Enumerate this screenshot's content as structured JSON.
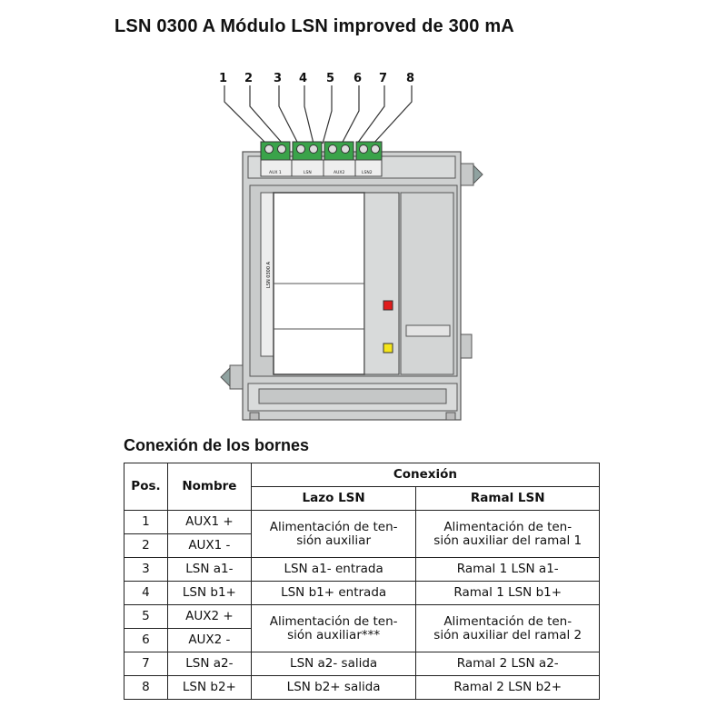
{
  "title": "LSN 0300 A Módulo LSN improved de 300 mA",
  "diagram": {
    "terminal_numbers": [
      "1",
      "2",
      "3",
      "4",
      "5",
      "6",
      "7",
      "8"
    ],
    "block_labels": [
      "AUX 1",
      "LSN",
      "AUX2",
      "LSN2"
    ],
    "plate_label": "LSN 0300 A",
    "led_colors": {
      "red": "#e01b1b",
      "yellow": "#f5e51a"
    }
  },
  "section_title": "Conexión de los bornes",
  "table": {
    "headers": {
      "pos": "Pos.",
      "name": "Nombre",
      "conexion": "Conexión",
      "lazo": "Lazo LSN",
      "ramal": "Ramal LSN"
    },
    "rows": [
      {
        "pos": "1",
        "name": "AUX1 +"
      },
      {
        "pos": "2",
        "name": "AUX1 -"
      },
      {
        "pos": "3",
        "name": "LSN a1-",
        "lazo": "LSN a1- entrada",
        "ramal": "Ramal 1 LSN a1-"
      },
      {
        "pos": "4",
        "name": "LSN b1+",
        "lazo": "LSN b1+ entrada",
        "ramal": "Ramal 1 LSN b1+"
      },
      {
        "pos": "5",
        "name": "AUX2 +"
      },
      {
        "pos": "6",
        "name": "AUX2 -"
      },
      {
        "pos": "7",
        "name": "LSN a2-",
        "lazo": "LSN a2- salida",
        "ramal": "Ramal 2 LSN a2-"
      },
      {
        "pos": "8",
        "name": "LSN b2+",
        "lazo": "LSN b2+ salida",
        "ramal": "Ramal 2 LSN b2+"
      }
    ],
    "merged": {
      "aux1_lazo_l1": "Alimentación de ten-",
      "aux1_lazo_l2": "sión auxiliar",
      "aux1_ramal_l1": "Alimentación de ten-",
      "aux1_ramal_l2": "sión auxiliar del ramal 1",
      "aux2_lazo_l1": "Alimentación de ten-",
      "aux2_lazo_l2": "sión auxiliar***",
      "aux2_ramal_l1": "Alimentación de ten-",
      "aux2_ramal_l2": "sión auxiliar del ramal 2"
    }
  }
}
